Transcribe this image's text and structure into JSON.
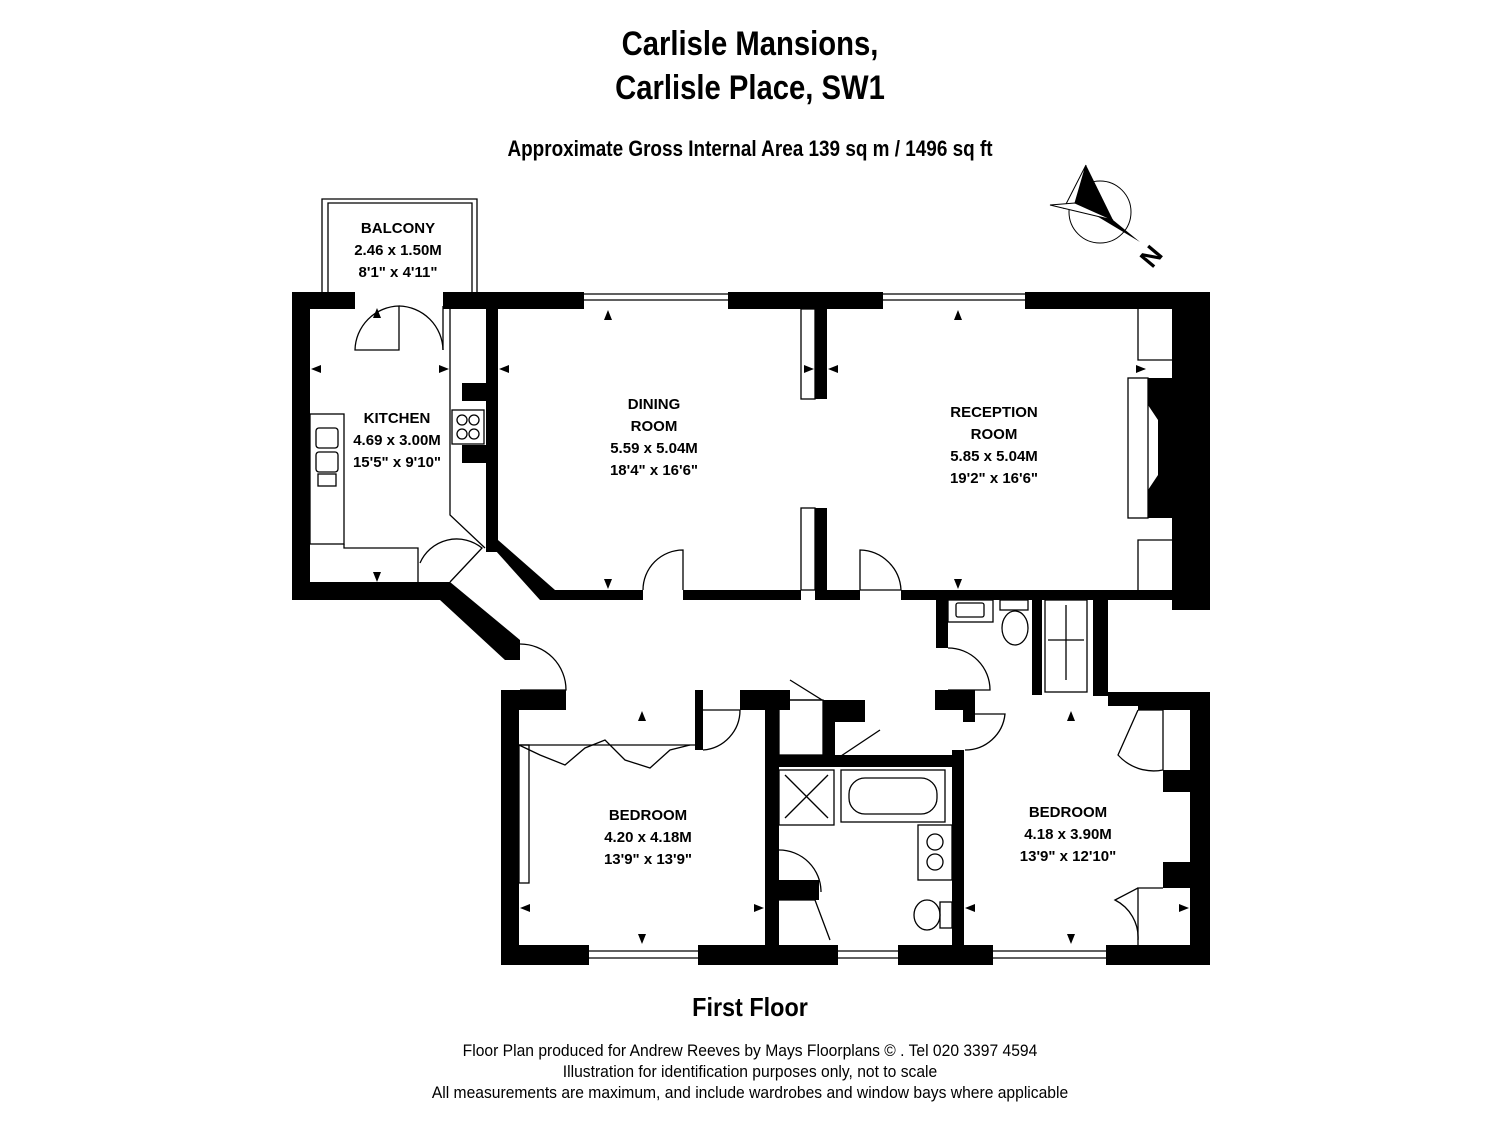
{
  "title": {
    "line1": "Carlisle Mansions,",
    "line2": "Carlisle Place, SW1"
  },
  "area": "Approximate Gross Internal Area 139 sq m  /  1496 sq ft",
  "compass": {
    "label": "N"
  },
  "rooms": {
    "balcony": {
      "name": "BALCONY",
      "metric": "2.46 x 1.50M",
      "imperial": "8'1\" x 4'11\""
    },
    "kitchen": {
      "name": "KITCHEN",
      "metric": "4.69 x 3.00M",
      "imperial": "15'5\" x 9'10\""
    },
    "dining": {
      "name1": "DINING",
      "name2": "ROOM",
      "metric": "5.59 x 5.04M",
      "imperial": "18'4\" x 16'6\""
    },
    "reception": {
      "name1": "RECEPTION",
      "name2": "ROOM",
      "metric": "5.85 x 5.04M",
      "imperial": "19'2\" x 16'6\""
    },
    "bedroom1": {
      "name": "BEDROOM",
      "metric": "4.20 x 4.18M",
      "imperial": "13'9\" x 13'9\""
    },
    "bedroom2": {
      "name": "BEDROOM",
      "metric": "4.18 x 3.90M",
      "imperial": "13'9\" x 12'10\""
    }
  },
  "floor_label": "First Floor",
  "footer": {
    "line1": "Floor Plan produced for Andrew Reeves by Mays Floorplans  © . Tel 020 3397 4594",
    "line2": "Illustration for identification purposes only, not to scale",
    "line3": "All measurements are maximum, and include wardrobes and window bays where applicable"
  }
}
